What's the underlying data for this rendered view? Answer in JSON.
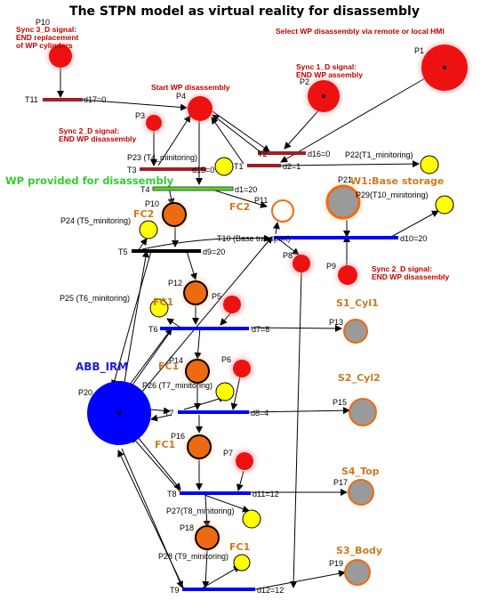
{
  "title": "The STPN model as virtual reality for disassembly",
  "places": {
    "P1": "P1",
    "P2": "P2",
    "P3": "P3",
    "P4": "P4",
    "P5": "P5",
    "P6": "P6",
    "P7": "P7",
    "P8": "P8",
    "P9": "P9",
    "P10": "P10",
    "P11": "P11",
    "P12": "P12",
    "P13": "P13",
    "P14": "P14",
    "P15": "P15",
    "P16": "P16",
    "P17": "P17",
    "P18": "P18",
    "P19": "P19",
    "P20": "P20",
    "P21": "P21",
    "P22": "P22(T1_minitoring)",
    "P23": "P23 (T4_minitoring)",
    "P24": "P24 (T5_minitoring)",
    "P25": "P25 (T6_minitoring)",
    "P26": "P26 (T7_minitoring)",
    "P27": "P27(T8_minitoring)",
    "P28": "P28 (T9_minitoring)",
    "P29": "P29(T10_minitoring)",
    "P10top": "P10"
  },
  "transitions": {
    "T1": "T1",
    "T2": "T2",
    "T3": "T3",
    "T4": "T4",
    "T5": "T5",
    "T6": "T6",
    "T7": "T7",
    "T8": "T8",
    "T9": "T9",
    "T10": "T10 (Base transport)",
    "T11": "T11"
  },
  "delays": {
    "T1": "d2=1",
    "T2": "d16=0",
    "T3": "d15=0",
    "T4": "d1=20",
    "T5": "d9=20",
    "T6": "d7=8",
    "T7": "d8=4",
    "T8": "d11=12",
    "T9": "d12=12",
    "T10": "d10=20",
    "T11": "d17=0"
  },
  "annotations": {
    "sync3_l1": "Sync 3_D signal:",
    "sync3_l2": "END replacement",
    "sync3_l3": "of WP cylinders",
    "select": "Select WP disassembly via remote or local HMI",
    "sync1_l1": "Sync 1_D signal:",
    "sync1_l2": "END WP assembly",
    "start": "Start WP disassembly",
    "sync2a_l1": "Sync 2_D signal:",
    "sync2a_l2": "END WP disassembly",
    "sync2b_l1": "Sync 2_D signal:",
    "sync2b_l2": "END WP disassembly",
    "wp_provided": "WP provided for disassembly",
    "w1": "W1:Base storage",
    "fc2_a": "FC2",
    "fc2_b": "FC2",
    "fc1_a": "FC1",
    "fc1_b": "FC1",
    "fc1_c": "FC1",
    "fc1_d": "FC1",
    "abb": "ABB_IRM",
    "s1": "S1_Cyl1",
    "s2": "S2_Cyl2",
    "s4": "S4_Top",
    "s3": "S3_Body"
  },
  "colors": {
    "red_place": "#ee1111",
    "orange_place": "#ee6a10",
    "yellow_place": "#ffff00",
    "gray_place": "#9a9a9a",
    "blue_place": "#0000ff",
    "blue_transition": "#0000ff",
    "dark_red_transition": "#a02020",
    "green_transition": "#66cc33",
    "black_transition": "#000000",
    "annotation_red": "#c00000",
    "annotation_orange": "#cc7a1e",
    "annotation_green": "#33cc33",
    "annotation_blue": "#1f1fcf"
  }
}
